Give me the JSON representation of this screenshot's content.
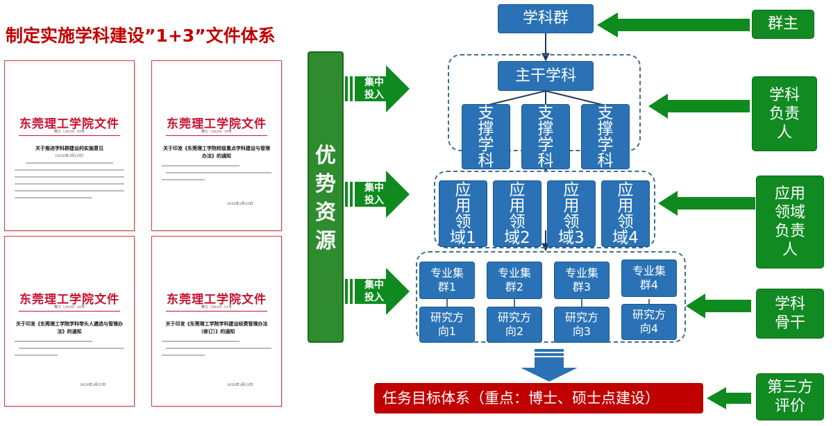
{
  "title": "制定实施学科建设”1+3”文件体系",
  "documents": [
    {
      "header": "东莞理工学院文件",
      "number": "莞工〔2020〕18号",
      "title": "关于推进学科群建设的实施意见",
      "date": "（2020年3月25日）"
    },
    {
      "header": "东莞理工学院文件",
      "number": "莞工〔2020〕19号",
      "title": "关于印发《东莞理工学院校级重点学科建设与管理办法》的通知",
      "date": "2020年3月25日"
    },
    {
      "header": "东莞理工学院文件",
      "number": "莞工〔2020〕20号",
      "title": "关于印发《东莞理工学院学科带头人遴选与管理办法》的通知",
      "date": "2020年3月25日"
    },
    {
      "header": "东莞理工学院文件",
      "number": "莞工〔2020〕21号",
      "title": "关于印发《东莞理工学院学科建设经费管理办法（修订）》的通知",
      "date": "2020年3月25日"
    }
  ],
  "resource_bar": "优势资源",
  "invest_label": "集中投入",
  "invest_labels": [
    "集中",
    "投入"
  ],
  "xueke_qun": "学科群",
  "zhugan": "主干学科",
  "support_label": "支撑学科",
  "support_chars": [
    "支",
    "撑",
    "学",
    "科"
  ],
  "application_fields": [
    {
      "chars": [
        "应",
        "用",
        "领"
      ],
      "last": "域1"
    },
    {
      "chars": [
        "应",
        "用",
        "领"
      ],
      "last": "域2"
    },
    {
      "chars": [
        "应",
        "用",
        "领"
      ],
      "last": "域3"
    },
    {
      "chars": [
        "应",
        "用",
        "领"
      ],
      "last": "域4"
    }
  ],
  "clusters": [
    {
      "l1": "专业集",
      "l2": "群1"
    },
    {
      "l1": "专业集",
      "l2": "群2"
    },
    {
      "l1": "专业集",
      "l2": "群3"
    },
    {
      "l1": "专业集",
      "l2": "群4"
    }
  ],
  "research": [
    {
      "l1": "研究方",
      "l2": "向1"
    },
    {
      "l1": "研究方",
      "l2": "向2"
    },
    {
      "l1": "研究方",
      "l2": "向3"
    },
    {
      "l1": "研究方",
      "l2": "向4"
    }
  ],
  "task_target": "任务目标体系（重点：博士、硕士点建设）",
  "roles": {
    "qunzhu": "群主",
    "fuzeren": [
      "学科",
      "负责",
      "人"
    ],
    "field_leader": [
      "应用",
      "领域",
      "负责",
      "人"
    ],
    "gugan": [
      "学科",
      "骨干"
    ],
    "third_party": [
      "第三方",
      "评价"
    ]
  },
  "colors": {
    "blue": "#2a72b5",
    "green": "#118a22",
    "red": "#c00000",
    "arrow_green": "#0e8a1e"
  }
}
